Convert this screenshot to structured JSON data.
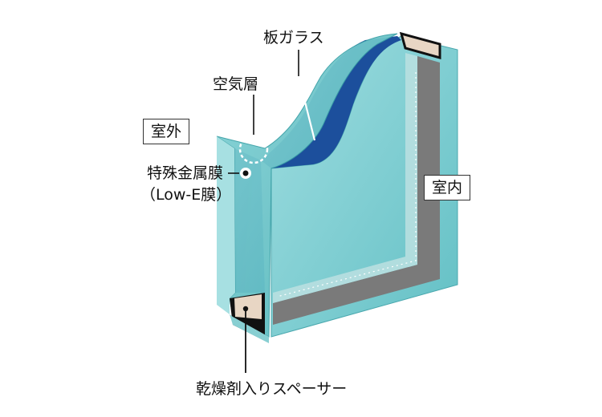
{
  "labels": {
    "plate_glass": "板ガラス",
    "air_layer": "空気層",
    "outdoor": "室外",
    "indoor": "室内",
    "metal_film_line1": "特殊金属膜",
    "metal_film_line2": "（Low-E膜）",
    "spacer": "乾燥剤入りスペーサー"
  },
  "colors": {
    "outer_glass_face": "#7fcfd3",
    "inner_glass_face": "#5fbfc4",
    "low_e_film": "#1c4f9c",
    "spacer_frame": "#7a7a7a",
    "sealant": "#111111",
    "desiccant": "#e8d6c4"
  }
}
